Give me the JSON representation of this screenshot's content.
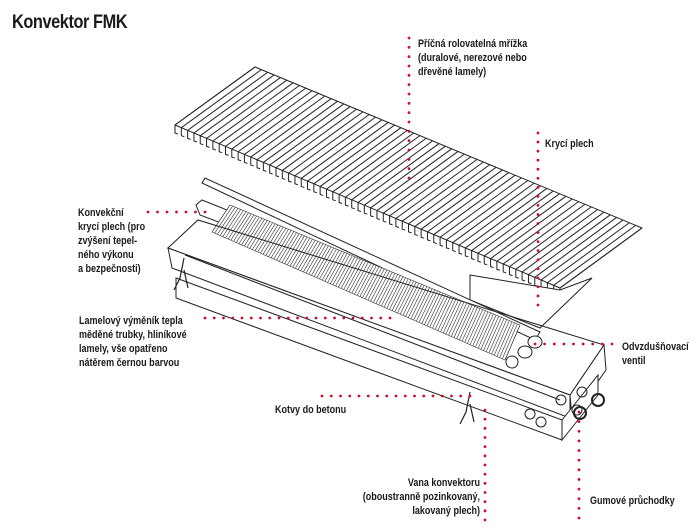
{
  "title": "Konvektor FMK",
  "accent_color": "#c8102e",
  "labels": {
    "grille": [
      "Příčná rolovatelná mřížka",
      "(duralové, nerezové nebo",
      "dřevěné lamely)"
    ],
    "cover_plate": [
      "Krycí plech"
    ],
    "convection_cover": [
      "Konvekční",
      "krycí plech (pro",
      "zvýšení tepel-",
      "ného výkonu",
      "a bezpečnosti)"
    ],
    "heat_exchanger": [
      "Lamelový výměník tepla",
      "měděné trubky, hliníkové",
      "lamely, vše opatřeno",
      "nátěrem černou barvou"
    ],
    "vent_valve": [
      "Odvzdušňovací",
      "ventil"
    ],
    "anchors": [
      "Kotvy do betonu"
    ],
    "tray": [
      "Vana konvektoru",
      "(oboustranně pozinkovaný,",
      "lakovaný plech)"
    ],
    "grommets": [
      "Gumové průchodky"
    ]
  }
}
